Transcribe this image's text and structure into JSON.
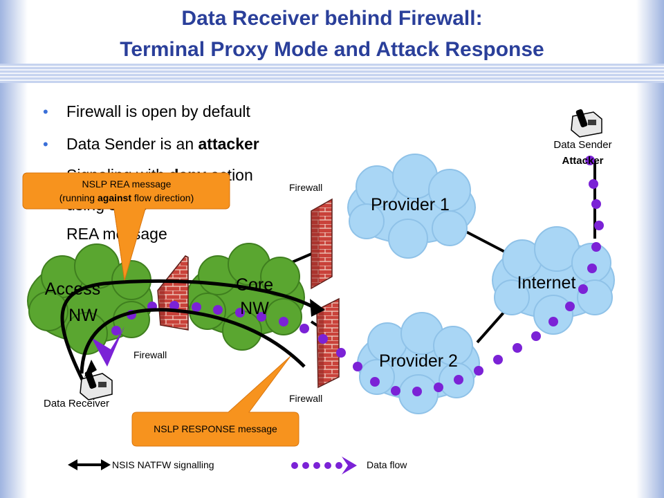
{
  "title": {
    "line1": "Data Receiver behind Firewall:",
    "line2": "Terminal Proxy Mode and Attack Response"
  },
  "bullets": [
    {
      "prefix": "Firewall is open by default",
      "bold": "",
      "suffix": ""
    },
    {
      "prefix": "Data Sender is an ",
      "bold": "attacker",
      "suffix": ""
    },
    {
      "prefix": "Signaling with ",
      "bold": "deny",
      "suffix": " action"
    },
    {
      "prefix": "using same",
      "bold": "",
      "suffix": ""
    },
    {
      "prefix": "REA message",
      "bold": "",
      "suffix": ""
    }
  ],
  "clouds": {
    "access": {
      "line1": "Access",
      "line2": "NW"
    },
    "core": {
      "line1": "Core",
      "line2": "NW"
    },
    "provider1": "Provider 1",
    "provider2": "Provider 2",
    "internet": "Internet"
  },
  "firewall_label": "Firewall",
  "data_sender": {
    "line1": "Data Sender",
    "line2": "Attacker"
  },
  "data_receiver": "Data Receiver",
  "callouts": {
    "rea": {
      "line1": "NSLP REA message",
      "line2_pre": "(running ",
      "line2_bold": "against",
      "line2_post": " flow direction)"
    },
    "response": "NSLP RESPONSE message"
  },
  "legend": {
    "signalling": "NSIS NATFW signalling",
    "dataflow": "Data flow"
  },
  "colors": {
    "title": "#2a3f9a",
    "callout": "#f7931e",
    "dots": "#7b22d6",
    "blue_cloud": "#a9d6f5",
    "green_cloud": "#5aa630",
    "firewall_brick": "#c9423a"
  }
}
